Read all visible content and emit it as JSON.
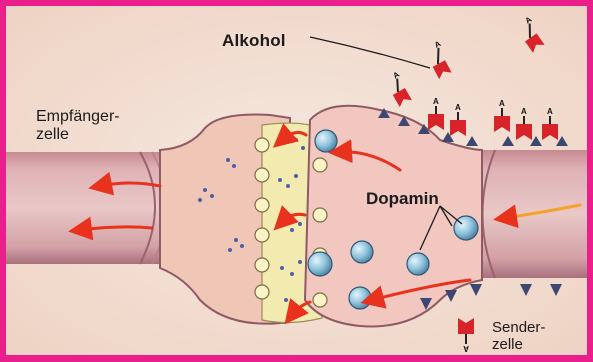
{
  "labels": {
    "alcohol": "Alkohol",
    "receiver_line1": "Empfänger-",
    "receiver_line2": "zelle",
    "dopamine": "Dopamin",
    "sender_line1": "Sender-",
    "sender_line2": "zelle"
  },
  "colors": {
    "frame": "#ea1f8c",
    "background": "#f4e2d6",
    "axon": "#cf9aa0",
    "axon_dark": "#a86b78",
    "receiver_body": "#f0c7b6",
    "vesicle": "#8fc3dc",
    "alcohol_molecule": "#d8232a",
    "arrow": "#e8321e"
  },
  "icons": [
    "alcohol-molecule-icon",
    "dopamine-vesicle-icon",
    "signal-arrow-icon"
  ]
}
